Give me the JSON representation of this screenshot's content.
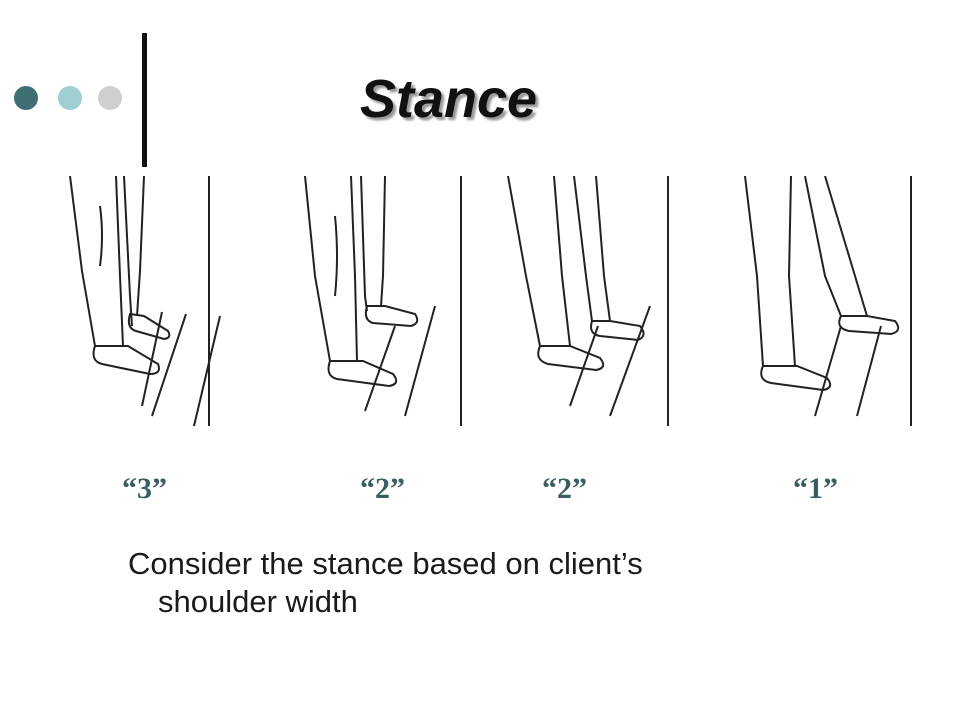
{
  "slide": {
    "title": "Stance",
    "accent_colors": [
      "#3f6f72",
      "#9fcfd1",
      "#cfcfcf"
    ]
  },
  "stance_labels": [
    "“3”",
    "“2”",
    "“2”",
    "“1”"
  ],
  "body": {
    "line1": "Consider the stance based on client’s",
    "line2": "shoulder width"
  },
  "icons": [
    "decorative-dot",
    "divider-line",
    "stance-illustration"
  ]
}
